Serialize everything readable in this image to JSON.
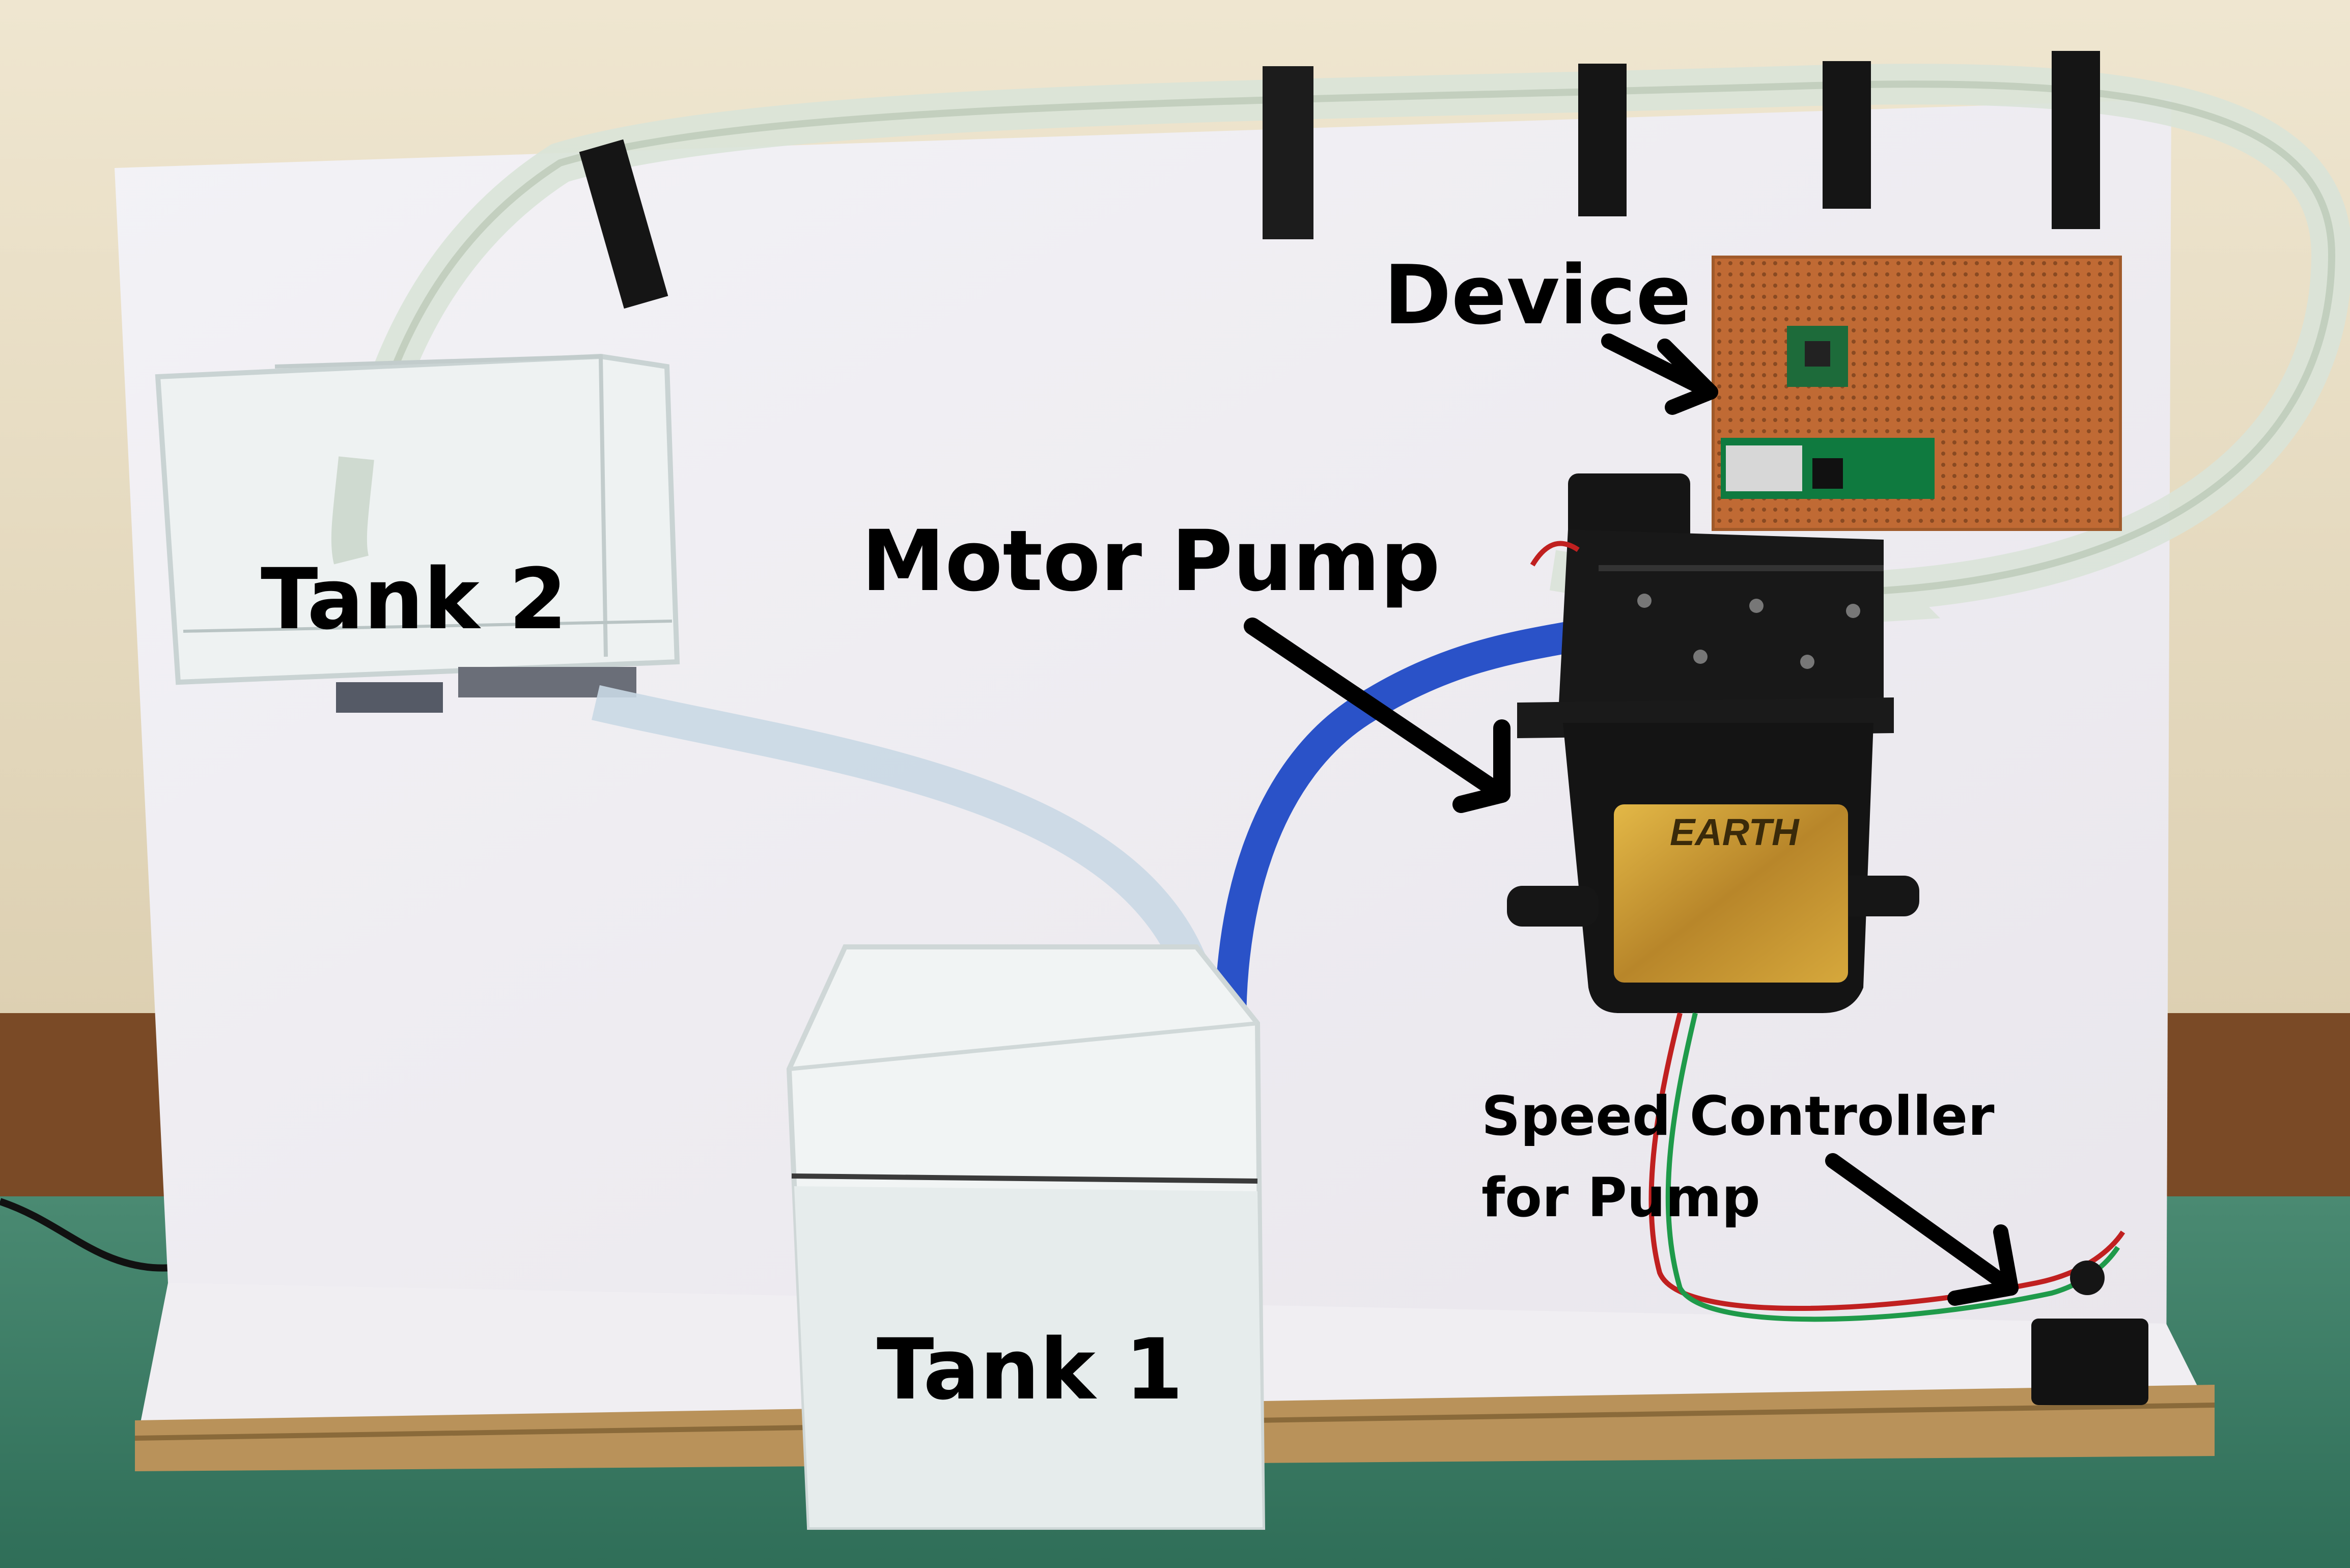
{
  "labels": {
    "tank2": "Tank 2",
    "tank1": "Tank 1",
    "motor_pump": "Motor Pump",
    "device": "Device",
    "speed_controller_line1": "Speed Controller",
    "speed_controller_line2": "for Pump"
  },
  "pump_plate": {
    "brand": "EARTH"
  },
  "colors": {
    "wall": "#e8dcc2",
    "wood_skirting": "#7a4a26",
    "floor": "#3f8068",
    "board": "#f1eff3",
    "blue_hose": "#2a52c8",
    "pcb": "#c06a34",
    "pump_body": "#151515",
    "pump_plate": "#c99a2e"
  }
}
